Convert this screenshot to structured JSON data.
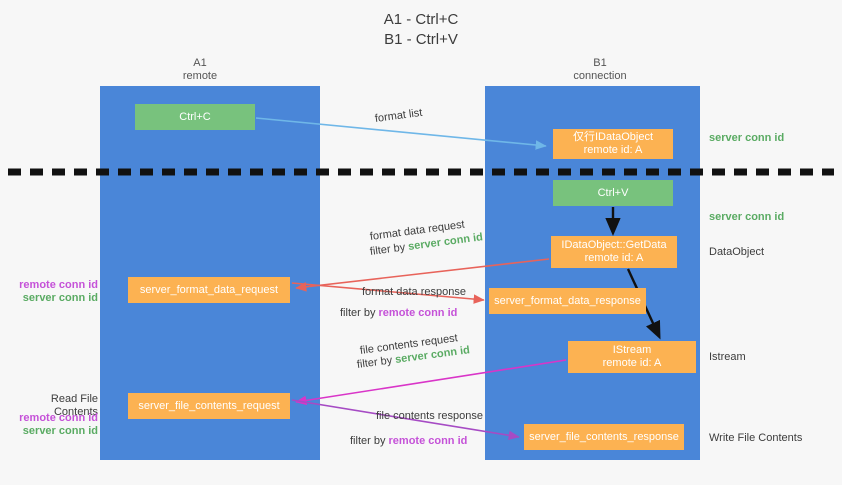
{
  "title": {
    "line1": "A1 - Ctrl+C",
    "line2": "B1 - Ctrl+V"
  },
  "lanes": [
    {
      "name": "A1",
      "sub": "remote"
    },
    {
      "name": "B1",
      "sub": "connection"
    }
  ],
  "boxes": {
    "ctrl_c": {
      "line1": "Ctrl+C",
      "color": "#78c27d"
    },
    "idataobject": {
      "line1": "仅行IDataObject",
      "line2": "remote id: A",
      "color": "#fcb252"
    },
    "ctrl_v": {
      "line1": "Ctrl+V",
      "color": "#78c27d"
    },
    "getdata": {
      "line1": "IDataObject::GetData",
      "line2": "remote id: A",
      "color": "#fcb252"
    },
    "format_data_request": {
      "line1": "server_format_data_request",
      "color": "#fcb252"
    },
    "format_data_response": {
      "line1": "server_format_data_response",
      "color": "#fcb252"
    },
    "istream": {
      "line1": "IStream",
      "line2": "remote id: A",
      "color": "#fcb252"
    },
    "file_contents_request": {
      "line1": "server_file_contents_request",
      "color": "#fcb252"
    },
    "file_contents_response": {
      "line1": "server_file_contents_response",
      "color": "#fcb252"
    }
  },
  "arrow_labels": {
    "format_list": "format list",
    "format_data_request": "format data request",
    "format_data_request_filter_prefix": "filter by ",
    "format_data_request_filter_key": "server conn id",
    "format_data_response": "format data response",
    "format_data_response_filter_prefix": "filter by ",
    "format_data_response_filter_key": "remote conn id",
    "file_contents_request": "file contents request",
    "file_contents_request_filter_prefix": "filter by ",
    "file_contents_request_filter_key": "server conn id",
    "file_contents_response": "file contents response",
    "file_contents_response_filter_prefix": "filter by ",
    "file_contents_response_filter_key": "remote conn id"
  },
  "side_labels": {
    "server_conn_id_top": "server conn id",
    "server_conn_id_mid": "server conn id",
    "dataobject": "DataObject",
    "istream": "Istream",
    "write_file_contents": "Write File Contents",
    "left_remote_conn_id": "remote conn id",
    "left_server_conn_id": "server conn id",
    "read_file_contents": "Read File Contents",
    "left_remote_conn_id_2": "remote conn id",
    "left_server_conn_id_2": "server conn id"
  },
  "colors": {
    "lane": "#4a86d8",
    "green_box": "#78c27d",
    "orange_box": "#fcb252",
    "server_conn_id": "#5aab63",
    "remote_conn_id": "#c552d8",
    "arrow_blue": "#6fb7e8",
    "arrow_red": "#e8635a",
    "arrow_magenta": "#d935c8",
    "arrow_purple": "#a64bc4",
    "arrow_black": "#111111",
    "divider": "#111111",
    "background": "#f7f7f7"
  }
}
